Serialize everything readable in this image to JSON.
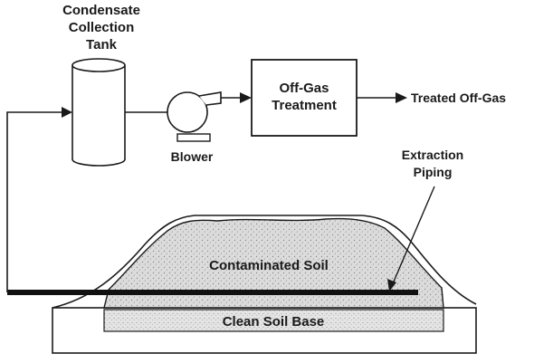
{
  "labels": {
    "tank_line1": "Condensate",
    "tank_line2": "Collection",
    "tank_line3": "Tank",
    "blower": "Blower",
    "offgas_line1": "Off-Gas",
    "offgas_line2": "Treatment",
    "treated": "Treated Off-Gas",
    "extraction_line1": "Extraction",
    "extraction_line2": "Piping",
    "contaminated_soil": "Contaminated Soil",
    "clean_soil_base": "Clean Soil Base"
  },
  "colors": {
    "line": "#1a1a1a",
    "soil_fill": "#d6d6d6",
    "background": "#ffffff"
  }
}
